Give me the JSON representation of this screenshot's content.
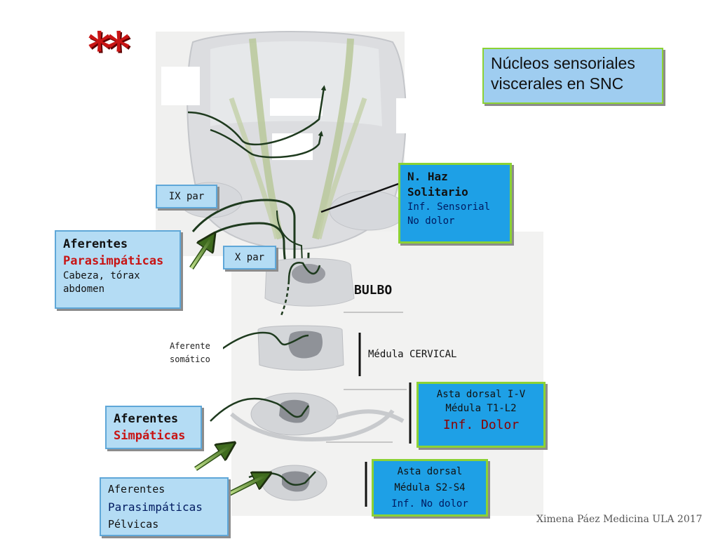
{
  "stars": "**",
  "title_box": {
    "line1": "Núcleos sensoriales",
    "line2": "viscerales en SNC"
  },
  "haz_solitario": {
    "line1": "N. Haz",
    "line2": "Solitario",
    "line3": "Inf. Sensorial",
    "line4": "No dolor"
  },
  "ix_par": "IX par",
  "x_par": "X par",
  "aferentes_parasimpaticas_1": {
    "line1": "Aferentes",
    "line2": "Parasimpáticas",
    "line3": "Cabeza, tórax",
    "line4": "abdomen"
  },
  "bulbo": "BULBO",
  "aferente_somatico": {
    "line1": "Aferente",
    "line2": "somático"
  },
  "medula_cervical": "Médula CERVICAL",
  "asta_dorsal_1": {
    "line1": "Asta dorsal I-V",
    "line2": "Médula  T1-L2",
    "line3": "Inf. Dolor"
  },
  "aferentes_simpaticas": {
    "line1": "Aferentes",
    "line2": "Simpáticas"
  },
  "asta_dorsal_2": {
    "line1": "Asta dorsal",
    "line2": "Médula S2-S4",
    "line3": "Inf. No dolor"
  },
  "aferentes_parasimpaticas_2": {
    "line1": "Aferentes",
    "line2": "Parasimpáticas",
    "line3": "Pélvicas"
  },
  "credit": "Ximena Páez Medicina ULA 2017",
  "colors": {
    "cyan_box": "#1ea0e6",
    "light_box": "#b4dcf4",
    "box_border_green": "#8cd234",
    "star_red": "#c81414",
    "nerve": "#1e3a1e",
    "tract": "#b9c89a"
  }
}
